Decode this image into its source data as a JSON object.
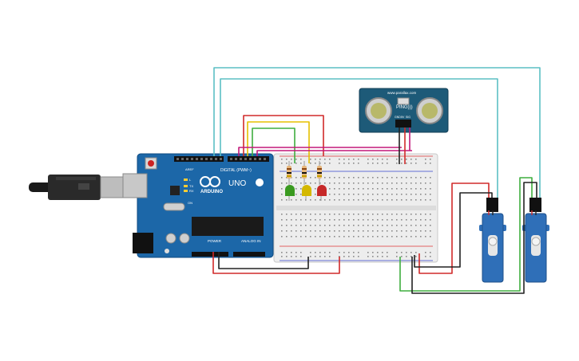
{
  "arduino": {
    "brand": "ARDUINO",
    "model": "UNO",
    "header_digital": "DIGITAL (PWM~)",
    "header_power": "POWER",
    "header_analog": "ANALOG IN",
    "led_tx": "TX",
    "led_rx": "RX",
    "led_l": "L",
    "led_on": "ON",
    "aref": "AREF",
    "gnd": "GND"
  },
  "sensor": {
    "name": "PING)))",
    "url": "www.parallax.com",
    "pins": [
      "GND",
      "5V",
      "SIG"
    ]
  },
  "leds": [
    {
      "color": "#3a9a20"
    },
    {
      "color": "#d4b800"
    },
    {
      "color": "#c62828"
    }
  ],
  "wires": {
    "teal": "#5bbfc4",
    "red": "#d12a2a",
    "yellow": "#e5c000",
    "green": "#3fae3f",
    "black": "#222222",
    "magenta": "#c2187a"
  }
}
